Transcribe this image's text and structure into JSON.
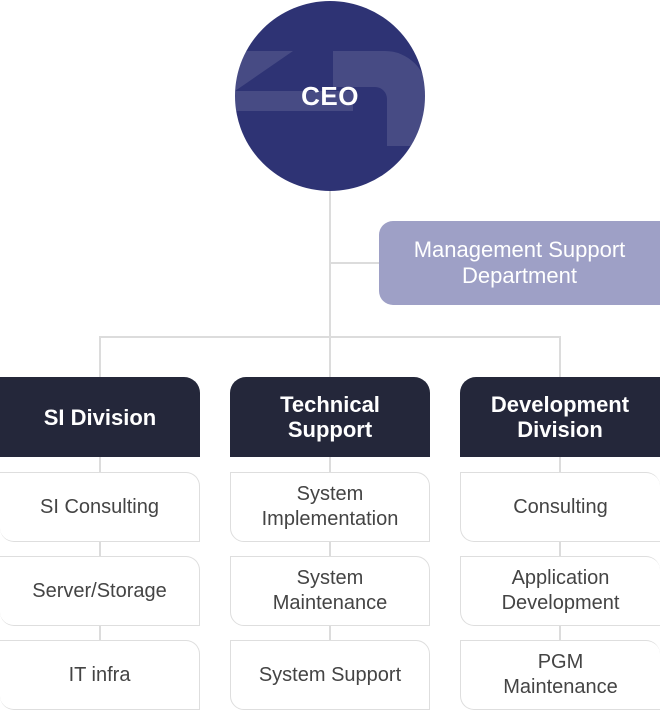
{
  "ceo": {
    "label": "CEO"
  },
  "management_support": {
    "label": "Management Support\nDepartment"
  },
  "divisions": [
    {
      "label": "SI Division",
      "items": [
        "SI Consulting",
        "Server/Storage",
        "IT infra"
      ]
    },
    {
      "label": "Technical\nSupport",
      "items": [
        "System\nImplementation",
        "System\nMaintenance",
        "System Support"
      ]
    },
    {
      "label": "Development\nDivision",
      "items": [
        "Consulting",
        "Application\nDevelopment",
        "PGM\nMaintenance"
      ]
    }
  ],
  "colors": {
    "ceo_circle": "#2e3374",
    "management_box": "#9ea0c6",
    "division_box": "#24273a",
    "connector": "#dcdcdc"
  }
}
